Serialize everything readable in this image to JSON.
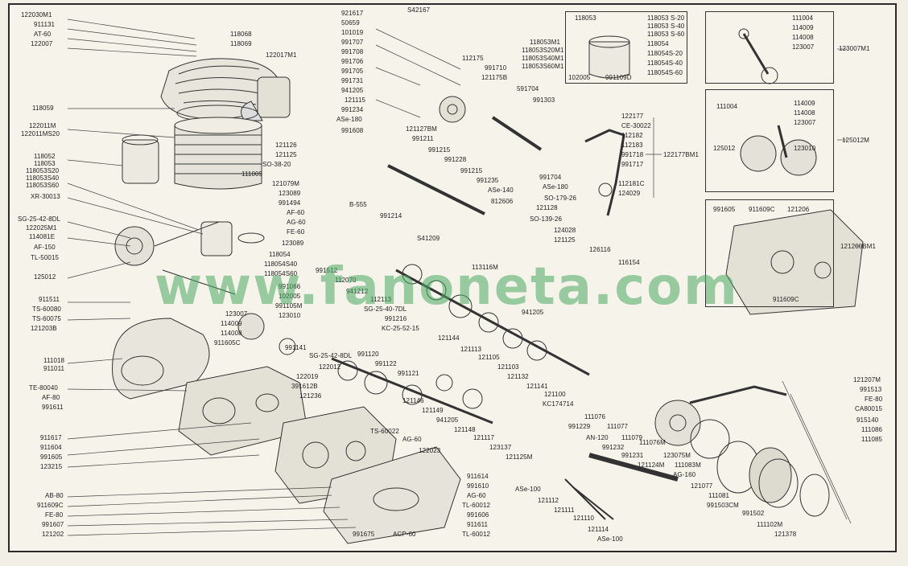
{
  "watermark": "www.fanoneta.com",
  "labels": {
    "head_kit": "122030M1",
    "head_nut": "911131",
    "head_washer": "AT-60",
    "head_stud": "122007",
    "spark_plug_a": "118068",
    "spark_plug_b": "118069",
    "carb": "122017M1",
    "cyl_head": "118059",
    "cylinder_a": "122011M",
    "cylinder_b": "122011MS20",
    "piston_a": "118052",
    "piston_b": "118053",
    "piston_c": "118053S20",
    "piston_d": "118053S40",
    "piston_e": "118053S60",
    "cyl_gasket": "111009",
    "left_a": "XR-30013",
    "left_b": "SG-25-42-8DL",
    "left_c": "122025M1",
    "left_d": "114081E",
    "left_e": "AF-150",
    "left_f": "TL-50015",
    "crank_left": "125012",
    "bolt_a": "911511",
    "bolt_b": "TS-60080",
    "bolt_c": "TS-60075",
    "bolt_d": "121203B",
    "cover_a": "111018",
    "cover_b": "911011",
    "cover_c": "TE-80040",
    "cover_d": "AF-80",
    "cover_e": "991611",
    "case_a": "911617",
    "case_b": "911604",
    "case_c": "991605",
    "case_d": "123215",
    "bot_a": "AB-80",
    "bot_b": "911609C",
    "bot_c": "FE-80",
    "bot_d": "991607",
    "bot_e": "121202",
    "top1": "921617",
    "top2": "50659",
    "top3": "101019",
    "top4": "991707",
    "top5": "991708",
    "top6": "991706",
    "top7": "991705",
    "top8": "991731",
    "top9": "941205",
    "top10": "121115",
    "top11": "991234",
    "top12": "ASe-180",
    "top13": "991608",
    "top14": "S42167",
    "top15": "112175",
    "top16": "991710",
    "top17": "121175B",
    "top18": "591704",
    "top19": "991303",
    "mid1": "121126",
    "mid2": "121125",
    "mid3": "SO-38-20",
    "mid4": "121127BM",
    "mid5": "991211",
    "mid6": "991215",
    "mid7": "991228",
    "mid8": "991215",
    "mid9": "991235",
    "mid10": "ASe-140",
    "mid11": "812606",
    "mid12": "991704",
    "mid13": "ASe-180",
    "mid14": "SO-179-26",
    "kick1": "122177",
    "kick2": "CE-30022",
    "kick3": "112182",
    "kick4": "112183",
    "kick5": "991718",
    "kick6": "991717",
    "kick7": "112181C",
    "kick8": "124029",
    "kick_group": "122177BM1",
    "pis_title": "118053",
    "pis1": "118053 S-20",
    "pis2": "118053 S-40",
    "pis3": "118053 S-60",
    "pis4": "118054",
    "pis5": "118054S-20",
    "pis6": "118054S-40",
    "pis7": "118054S-60",
    "pis8": "102005",
    "pis9": "991109D",
    "pis_out1": "118053M1",
    "pis_out2": "118053S20M1",
    "pis_out3": "118053S40M1",
    "pis_out4": "118053S60M1",
    "rod1": "111004",
    "rod2": "114009",
    "rod3": "114008",
    "rod4": "123007",
    "rod_group": "123007M1",
    "crk1": "111004",
    "crk2": "114009",
    "crk3": "114008",
    "crk4": "123007",
    "crk5": "125012",
    "crk6": "123010",
    "crk_group": "125012M",
    "cas1": "991605",
    "cas2": "911609C",
    "cas3": "121206",
    "cas4": "911609C",
    "cas_group": "121200BM1",
    "r1": "121128",
    "r2": "SO-139-26",
    "r3": "124028",
    "r4": "121125",
    "r5": "126116",
    "r6": "116154",
    "cl1": "121207M",
    "cl2": "991513",
    "cl3": "FE-80",
    "cl4": "CA80015",
    "cl5": "915140",
    "cl6": "111086",
    "cl7": "111085",
    "cm1": "121079M",
    "cm2": "123089",
    "cm3": "991494",
    "cm4": "AF-60",
    "cm5": "AG-60",
    "cm6": "FE-60",
    "cm7": "123089",
    "cm8": "118054",
    "cm9": "118054S40",
    "cm10": "118054S60",
    "cm11": "991066",
    "cm12": "102005",
    "cm13": "991105M",
    "cm14": "123010",
    "g1": "B-555",
    "g2": "991214",
    "g3": "S41209",
    "g4": "991512",
    "g5": "112070",
    "g6": "941212",
    "g7": "112113",
    "g8": "SG-25-40-7DL",
    "g9": "991216",
    "g10": "KC-25-52-15",
    "g11": "113116M",
    "g12": "121144",
    "g13": "121113",
    "g14": "121105",
    "g15": "121103",
    "g16": "121132",
    "g17": "121141",
    "g18": "941205",
    "g19": "121100",
    "g20": "KC174714",
    "c1": "123007",
    "c2": "114009",
    "c3": "114008",
    "c4": "911605C",
    "c5": "991141",
    "c6": "SG-25-42-8DL",
    "c7": "122012",
    "c8": "122019",
    "c9": "391612B",
    "c10": "121236",
    "c11": "991120",
    "c12": "991122",
    "c13": "991121",
    "c14": "121146",
    "c15": "121149",
    "c16": "941205",
    "c17": "121148",
    "c18": "121117",
    "c19": "123137",
    "c20": "121125M",
    "c21": "TS-60022",
    "c22": "AG-60",
    "c23": "122023",
    "d1": "111076",
    "d2": "991229",
    "d3": "111077",
    "d4": "AN-120",
    "d5": "111079",
    "d6": "991232",
    "d7": "111076M",
    "d8": "991231",
    "d9": "121124M",
    "d10": "123075M",
    "d11": "111083M",
    "d12": "AG-160",
    "d13": "121077",
    "d14": "111081",
    "d15": "991503CM",
    "d16": "991502",
    "d17": "111102M",
    "d18": "121378",
    "e1": "911614",
    "e2": "991610",
    "e3": "AG-60",
    "e4": "TL-60012",
    "e5": "991606",
    "e6": "911611",
    "e7": "TL-60012",
    "e8": "991675",
    "e9": "ACP-60",
    "e10": "ASe-100",
    "e11": "121112",
    "e12": "121111",
    "e13": "121110",
    "e14": "121114",
    "e15": "ASe-100"
  }
}
